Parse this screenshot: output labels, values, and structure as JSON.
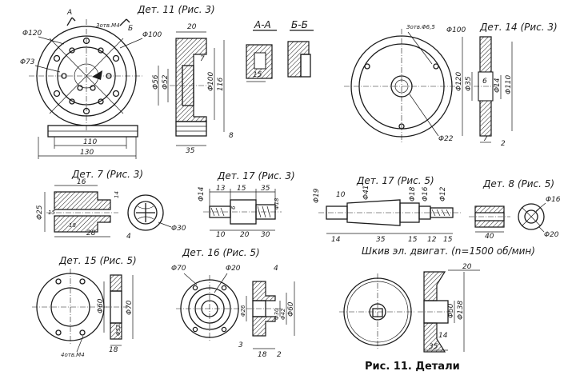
{
  "caption": "Рис. 11. Детали",
  "det11": {
    "title": "Дет. 11 (Рис. 3)",
    "section_aa": "А-А",
    "section_bb": "Б-Б",
    "dims": {
      "d120": "Φ120",
      "d73": "Φ73",
      "holes": "3отв.M4",
      "d100": "Φ100",
      "w20": "20",
      "d56": "Φ56",
      "d52": "Φ52",
      "d100b": "Φ100",
      "h116": "116",
      "n7": "7",
      "n35": "35",
      "n8": "8",
      "w110": "110",
      "w130": "130",
      "n15": "15",
      "mA": "A",
      "mB": "Б"
    }
  },
  "det14": {
    "title": "Дет. 14 (Рис. 3)",
    "dims": {
      "holes": "3отв.Φ6,5",
      "d100": "Φ100",
      "d120": "Φ120",
      "d22": "Φ22",
      "d35": "Φ35",
      "d14": "Φ14",
      "d110": "Φ110",
      "n6": "6",
      "n7": "7",
      "n2": "2"
    }
  },
  "det7": {
    "title": "Дет. 7 (Рис. 3)",
    "dims": {
      "n16": "16",
      "d25": "Φ25",
      "n15": "15",
      "n28": "28",
      "n18": "18",
      "n4": "4",
      "d30": "Φ30",
      "n14": "14"
    }
  },
  "det17a": {
    "title": "Дет. 17 (Рис. 3)",
    "dims": {
      "d14": "Φ14",
      "n13": "13",
      "n15": "15",
      "n35": "35",
      "n10": "10",
      "n20": "20",
      "n30": "30",
      "d18": "Φ18",
      "n6": "6"
    }
  },
  "det17b": {
    "title": "Дет. 17 (Рис. 5)",
    "dims": {
      "d19": "Φ19",
      "n10": "10",
      "d41": "Φ41",
      "d18": "Φ18",
      "d16": "Φ16",
      "d12": "Φ12",
      "n14": "14",
      "n35": "35",
      "n15": "15",
      "n12": "12",
      "n15b": "15"
    }
  },
  "det8": {
    "title": "Дет. 8 (Рис. 5)",
    "dims": {
      "d16": "Φ16",
      "n40": "40",
      "d20": "Φ20"
    }
  },
  "det15": {
    "title": "Дет. 15 (Рис. 5)",
    "dims": {
      "d60": "Φ60",
      "d70": "Φ70",
      "d52": "Φ52",
      "n18": "18",
      "holes": "4отв.M4"
    }
  },
  "det16": {
    "title": "Дет. 16 (Рис. 5)",
    "dims": {
      "d70": "Φ70",
      "d20": "Φ20",
      "n4": "4",
      "d26": "Φ26",
      "d30": "Φ30",
      "d42": "Φ42",
      "d60": "Φ60",
      "n3": "3",
      "n18": "18",
      "n2": "2"
    }
  },
  "pulley": {
    "title": "Шкив эл. двигат. (n=1500 об/мин)",
    "dims": {
      "n20": "20",
      "d50": "Φ50",
      "d138": "Φ138",
      "n35": "35",
      "n14": "14"
    }
  }
}
